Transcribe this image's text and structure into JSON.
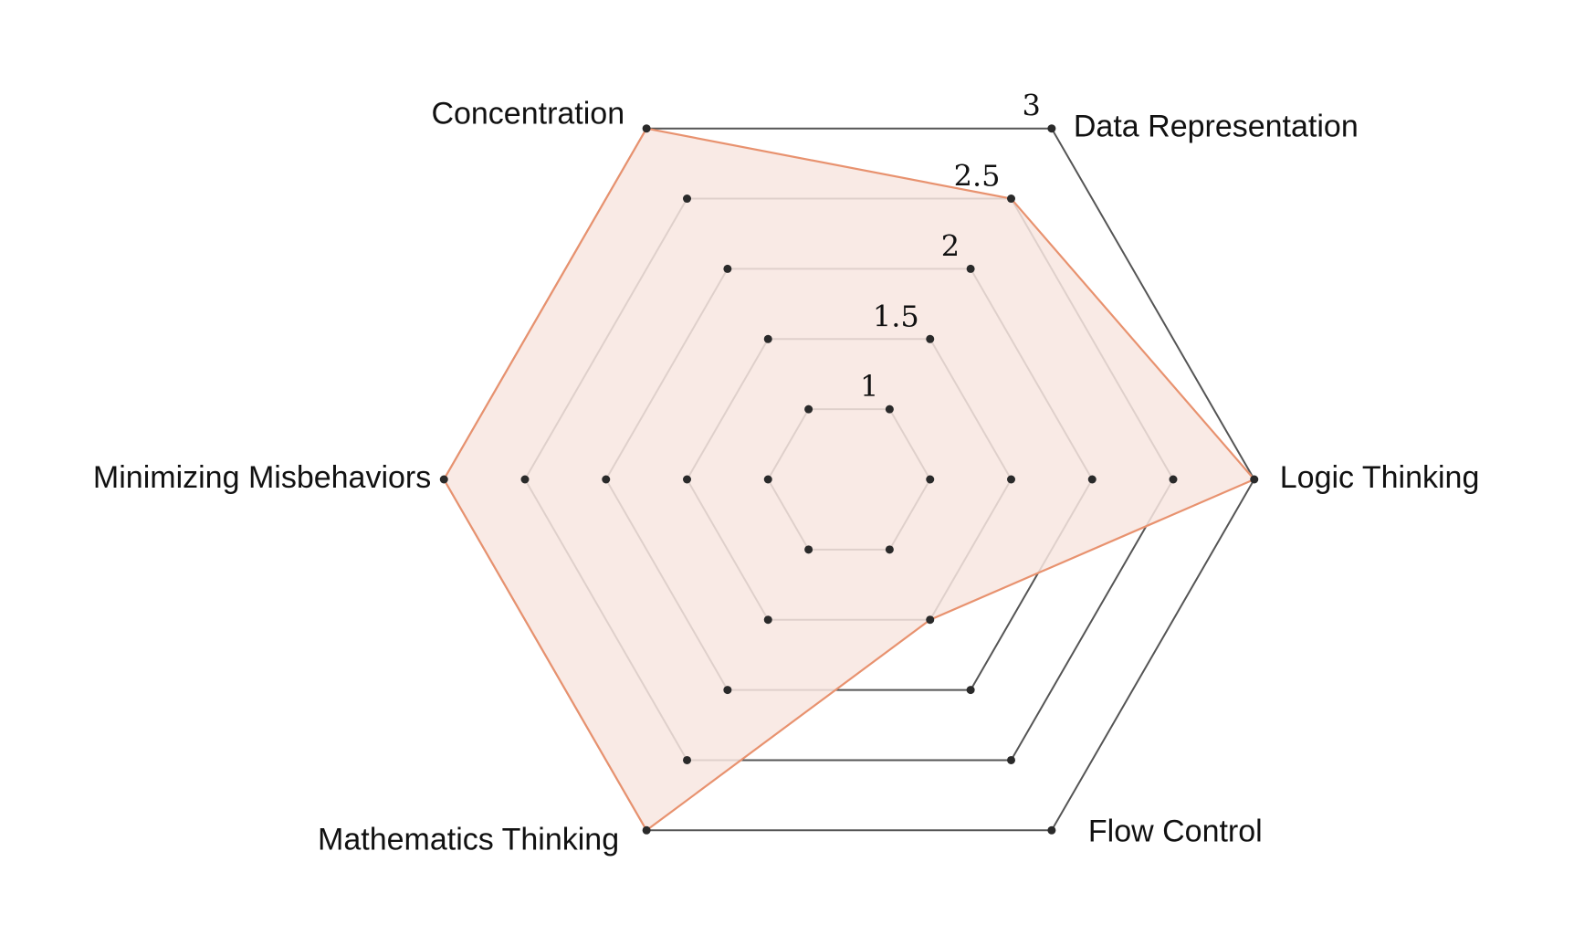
{
  "chart_data": {
    "type": "radar",
    "axes": [
      "Data Representation",
      "Logic Thinking",
      "Flow Control",
      "Mathematics Thinking",
      "Minimizing Misbehaviors",
      "Concentration"
    ],
    "rlim": [
      0.5,
      3
    ],
    "grid_levels": [
      1,
      1.5,
      2,
      2.5,
      3
    ],
    "tick_labels": [
      "1",
      "1.5",
      "2",
      "2.5",
      "3"
    ],
    "series": [
      {
        "values": [
          2.5,
          3,
          1.5,
          3,
          3,
          3
        ],
        "color": "#e8926f",
        "fill": "#f8e6e0"
      }
    ],
    "grid_color": "#555555",
    "legend": "none"
  }
}
